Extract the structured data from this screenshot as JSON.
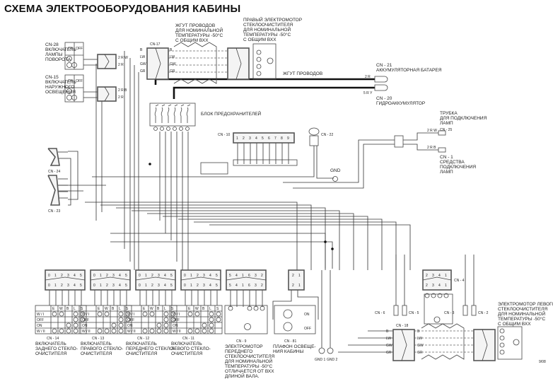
{
  "title": "СХЕМА ЭЛЕКТРООБОРУДОВАНИЯ КАБИНЫ",
  "labels": {
    "cn28": [
      "CN-28",
      "ВКЛЮЧАТЕЛЬ",
      "ЛАМПЫ",
      "ПОВОРОТА"
    ],
    "cn15": [
      "CN-15",
      "ВКЛЮЧАТЕЛЬ",
      "НАРУЖНОГО",
      "ОСВЕЩЕНИЯ"
    ],
    "harness_top": [
      "ЖГУТ ПРОВОДОВ",
      "ДЛЯ НОМИНАЛЬНОЙ",
      "ТЕМПЕРАТУРЫ -50°C",
      "С ОБЩИМ ВХХ"
    ],
    "right_motor": [
      "ПРАВЫЙ ЭЛЕКТРОМОТОР",
      "СТЕКЛООЧИСТИТЕЛЯ",
      "ДЛЯ НОМИНАЛЬНОЙ",
      "ТЕМПЕРАТУРЫ -50°C",
      "С ОБЩИМ ВХХ"
    ],
    "cn17": "CN-17",
    "harness": "ЖГУТ ПРОВОДОВ",
    "cn21": [
      "CN - 21",
      "АККУМУЛЯТОРНАЯ БАТАРЕЯ"
    ],
    "cn20": [
      "CN - 20",
      "ГИДРОАККУМУЛЯТОР"
    ],
    "fuse_block": "БЛОК ПРЕДОХРАНИТЕЛЕЙ",
    "cn10": "CN - 10",
    "cn22": "CN - 22",
    "gnd": "GND",
    "tube": [
      "ТРУБКА",
      "ДЛЯ ПОДКЛЮЧЕНИЯ",
      "ЛАМП"
    ],
    "cn25": "CN - 25",
    "cn1": [
      "CN - 1",
      "СРЕДСТВА",
      "ПОДКЛЮЧЕНИЯ",
      "ЛАМП"
    ],
    "cn24": "CN - 24",
    "cn23": "CN - 23",
    "cn14": [
      "CN - 14",
      "ВКЛЮЧАТЕЛЬ",
      "ЗАДНЕГО СТЕКЛО-",
      "ОЧИСТИТЕЛЯ"
    ],
    "cn13": [
      "CN - 13",
      "ВКЛЮЧАТЕЛЬ",
      "ПРАВОГО СТЕКЛО-",
      "ОЧИСТИТЕЛЯ"
    ],
    "cn12": [
      "CN - 12",
      "ВКЛЮЧАТЕЛЬ",
      "ПЕРЕДНЕГО СТЕКЛО-",
      "ОЧИСТИТЕЛЯ"
    ],
    "cn11": [
      "CN - 11",
      "ВКЛЮЧАТЕЛЬ",
      "ЛЕВОГО СТЕКЛО-",
      "ОЧИСТИТЕЛЯ"
    ],
    "cn9": [
      "CN - 9",
      "ЭЛЕКТРОМОТОР",
      "ПЕРЕДНЕГО",
      "СТЕКЛООЧИСТИТЕЛЯ",
      "ДЛЯ НОМИНАЛЬНОЙ",
      "ТЕМПЕРАТУРЫ -50°C",
      "ОТЛИЧАЕТСЯ ОТ ВХХ",
      "ДЛИНОЙ ВАЛА."
    ],
    "cn81": [
      "CN - 81",
      "ПЛАФОН ОСВЕЩЕ-",
      "НИЯ КАБИНЫ"
    ],
    "gnd1": "GND 1",
    "gnd2": "GND 2",
    "cn4": "CN - 4",
    "cn6": "CN - 6",
    "cn5": "CN - 5",
    "cn3": "CN - 3",
    "cn2": "CN - 2",
    "cn18": "CN - 18",
    "left_motor": [
      "ЭЛЕКТРОМОТОР ЛЕВОГО",
      "СТЕКЛООЧИСТИТЕЛЯ",
      "ДЛЯ НОМИНАЛЬНОЙ",
      "ТЕМПЕРАТУРЫ -50°C",
      "С ОБЩИМ ВХХ"
    ],
    "page_code": "9/08"
  },
  "switch_table": {
    "columns": [
      "",
      "E",
      "W",
      "B",
      "L",
      "S"
    ],
    "rows": [
      "W / I",
      "OFF",
      "ON",
      "W / II"
    ]
  },
  "wire_codes": {
    "motor_lines": [
      "B",
      "LW",
      "GW",
      "GR"
    ],
    "cn28_wires": [
      "2 R W",
      "2 R"
    ],
    "cn15_wires": [
      "2 R B",
      "2 R"
    ],
    "battery_wire": "2 R",
    "accumulator_wire": "5 R Y",
    "cn25_wire": "2 R W",
    "cn1_wire": "2 R B"
  },
  "cn10_pins": [
    "1",
    "2",
    "3",
    "4",
    "5",
    "6",
    "7",
    "8",
    "9"
  ],
  "switch_pins": [
    "0",
    "1",
    "2",
    "3",
    "4",
    "5"
  ],
  "cn9_pins": [
    "5",
    "4",
    "1",
    "6",
    "3",
    "2"
  ],
  "cn81_pins": [
    "2",
    "1"
  ],
  "cn4_pins": [
    "2",
    "3",
    "4",
    "1"
  ],
  "cn81_switch": [
    "ON",
    "OFF"
  ]
}
